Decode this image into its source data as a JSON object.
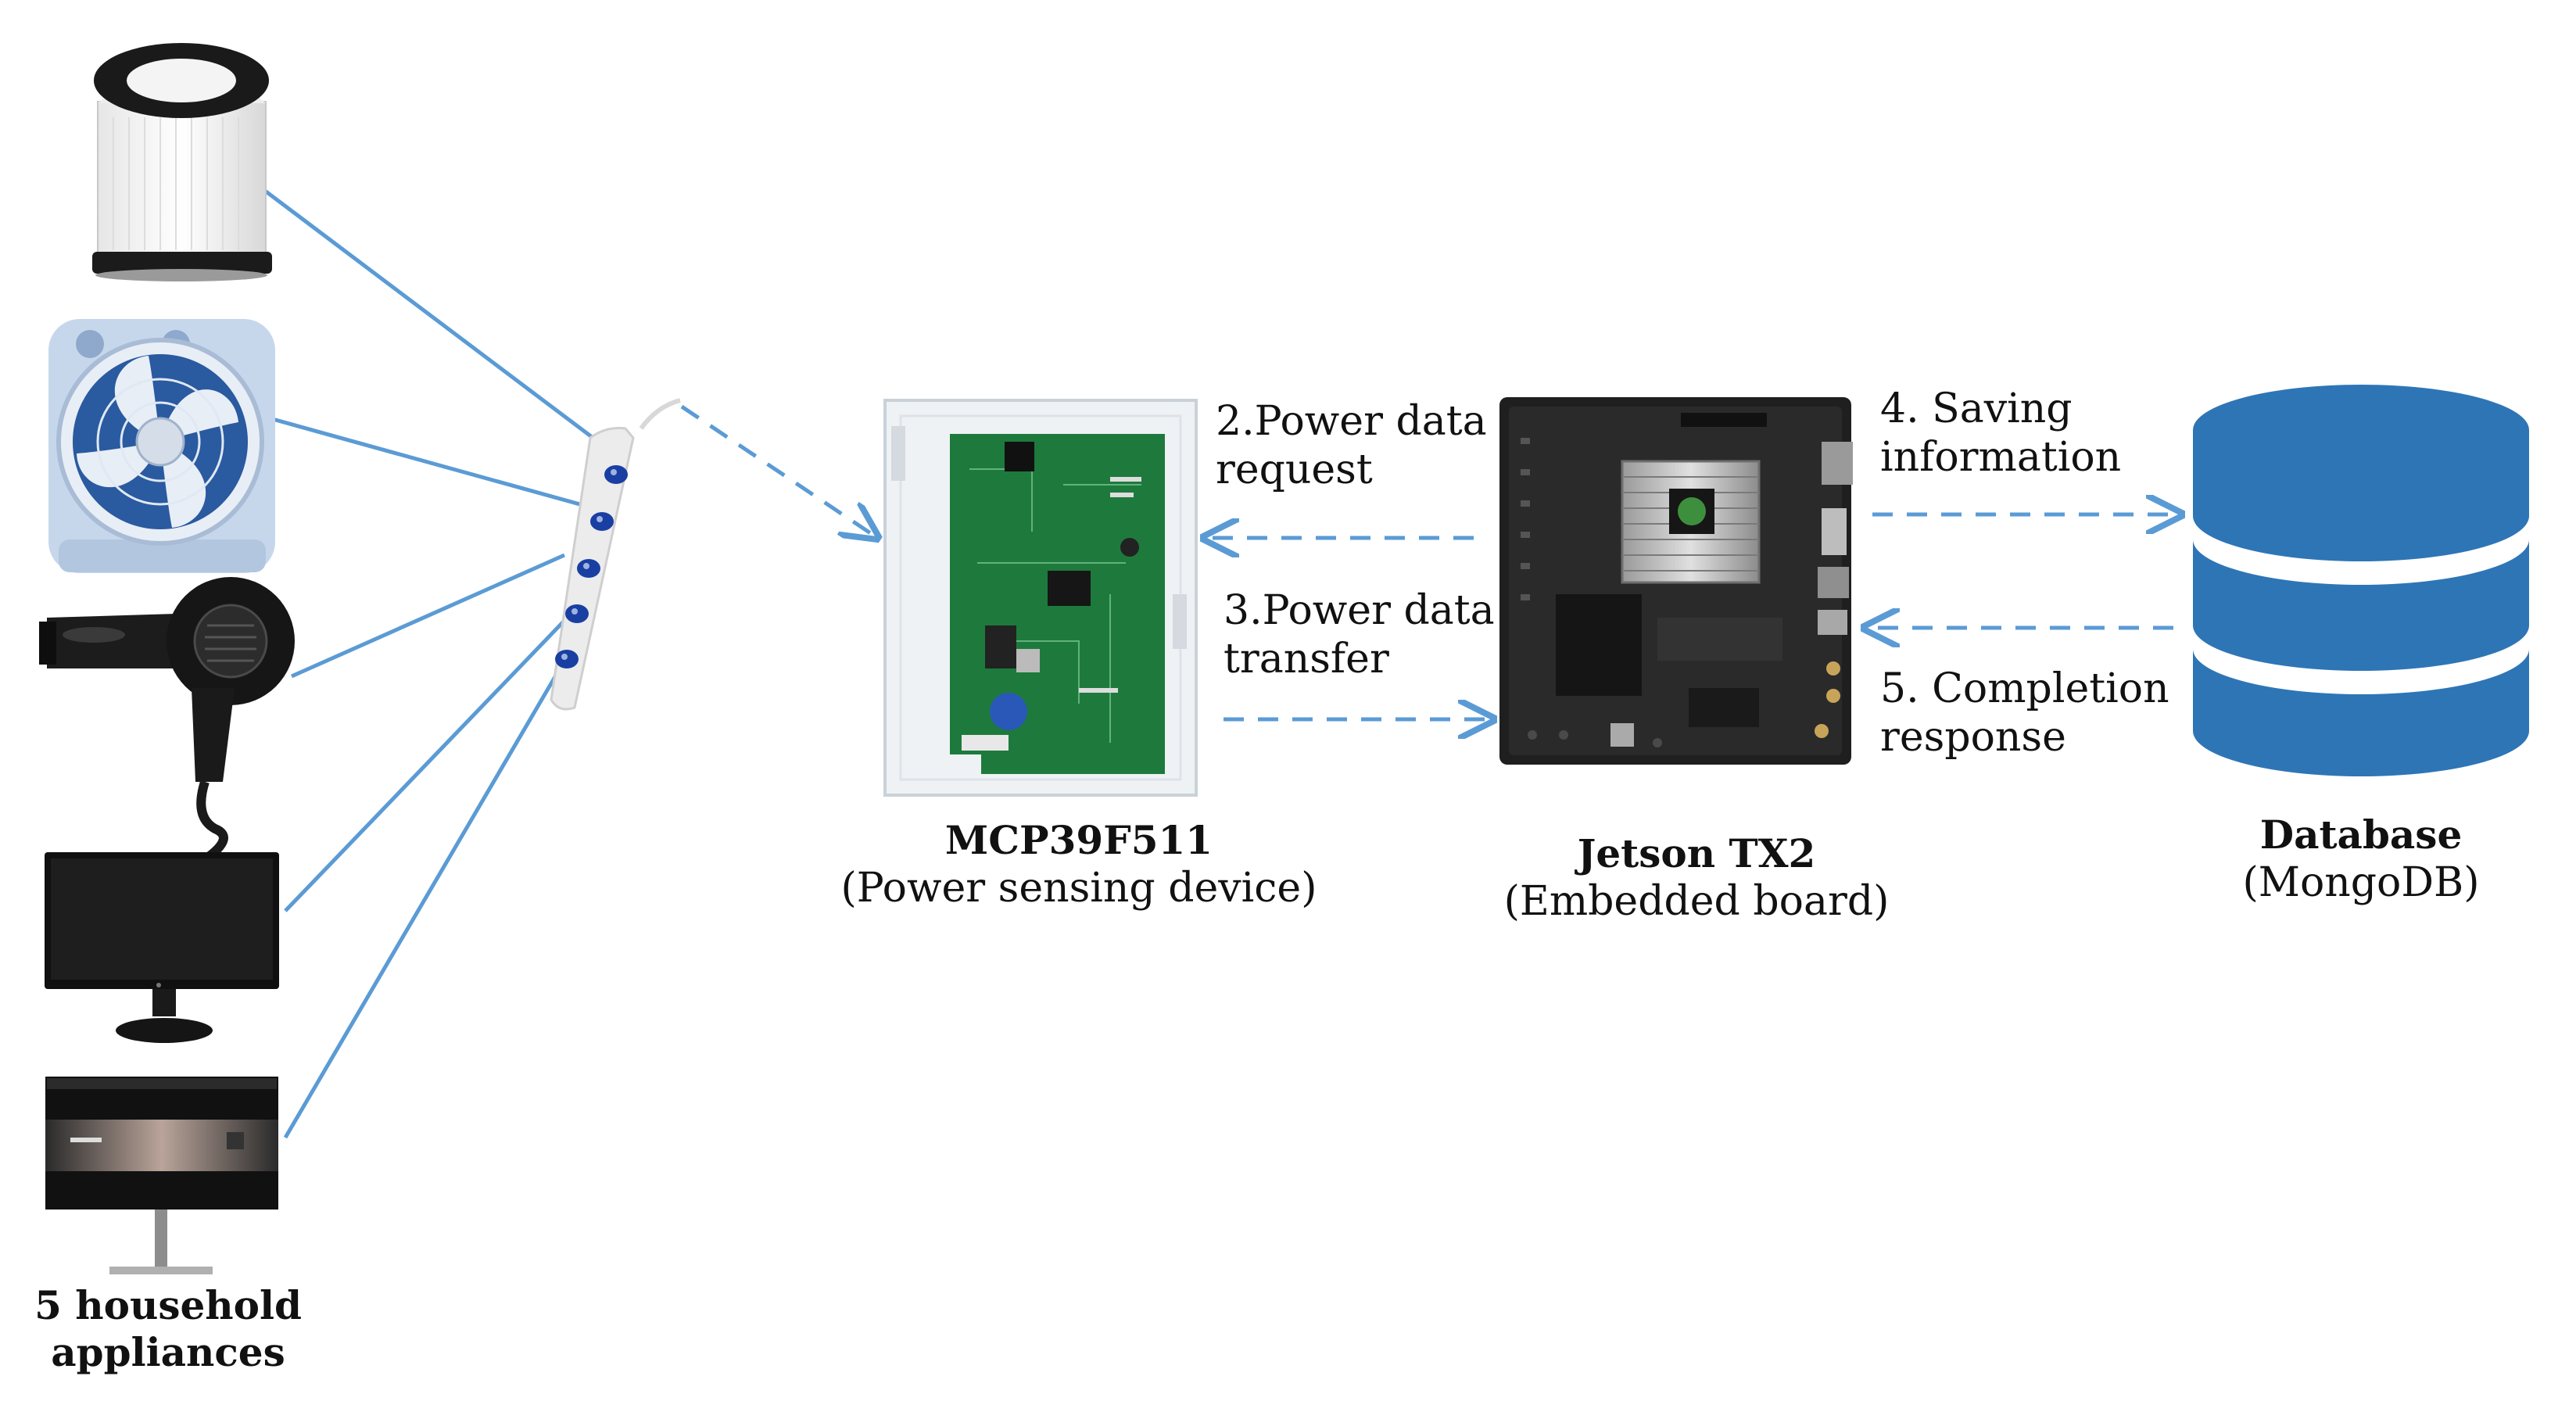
{
  "colors": {
    "connector": "#5b9bd5",
    "database": "#2e75b6",
    "pcb_green": "#1d7a3c",
    "board_dark": "#1f1f1f"
  },
  "appliances": {
    "caption_line1": "5 household",
    "caption_line2": "appliances",
    "items": [
      {
        "name": "air-purifier"
      },
      {
        "name": "box-fan"
      },
      {
        "name": "hair-dryer"
      },
      {
        "name": "monitor"
      },
      {
        "name": "desktop-monitor"
      }
    ]
  },
  "power_strip": {
    "name": "power-strip"
  },
  "sensor": {
    "title": "MCP39F511",
    "subtitle": "(Power sensing device)"
  },
  "board": {
    "title": "Jetson TX2",
    "subtitle": "(Embedded board)"
  },
  "database": {
    "title": "Database",
    "subtitle": "(MongoDB)"
  },
  "arrows": {
    "request_line1": "2.Power data",
    "request_line2": "request",
    "transfer_line1": "3.Power data",
    "transfer_line2": "transfer",
    "saving_line1": "4. Saving",
    "saving_line2": "information",
    "completion_line1": "5. Completion",
    "completion_line2": "response"
  }
}
